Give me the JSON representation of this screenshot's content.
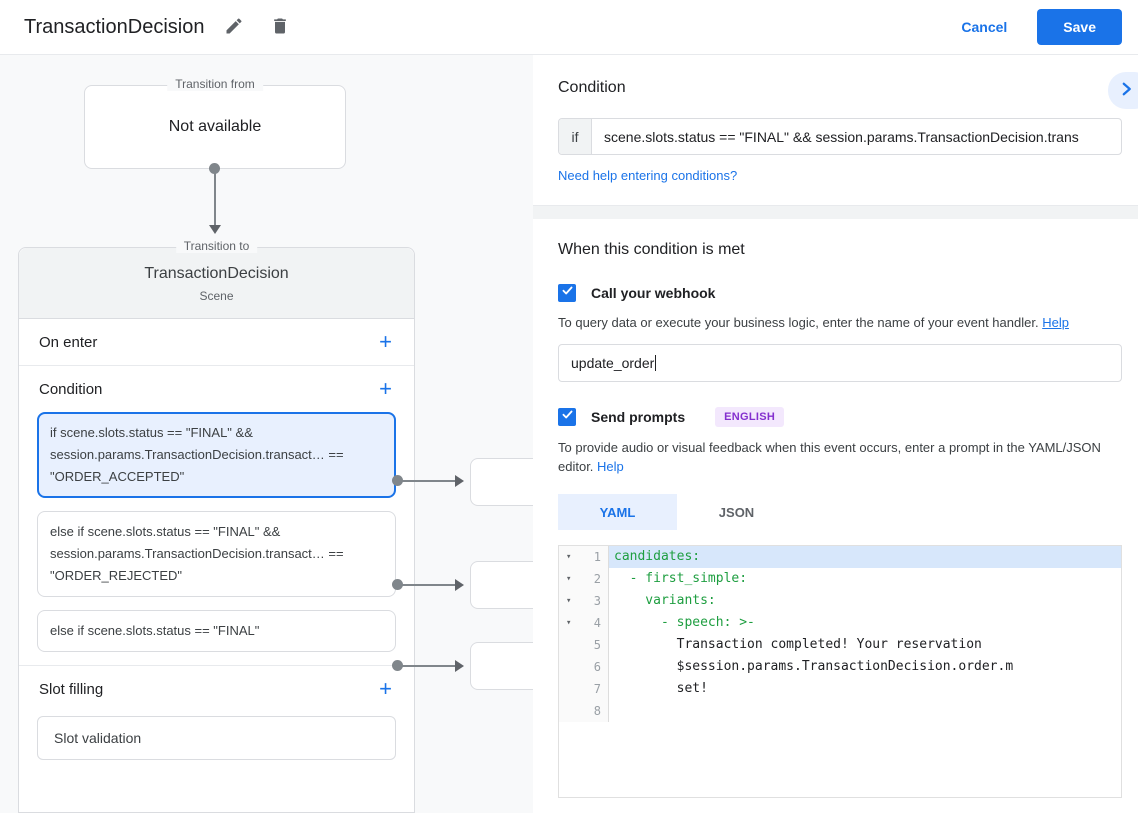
{
  "header": {
    "title": "TransactionDecision",
    "cancel_label": "Cancel",
    "save_label": "Save"
  },
  "canvas": {
    "transition_from": {
      "label": "Transition from",
      "content": "Not available"
    },
    "transition_to": {
      "label": "Transition to",
      "title": "TransactionDecision",
      "subtitle": "Scene"
    },
    "on_enter_label": "On enter",
    "condition_label": "Condition",
    "slot_filling_label": "Slot filling",
    "slot_validation_label": "Slot validation",
    "plus": "+",
    "conditions": [
      {
        "text": "if scene.slots.status == \"FINAL\" && session.params.TransactionDecision.transact… == \"ORDER_ACCEPTED\""
      },
      {
        "text": "else if scene.slots.status == \"FINAL\" && session.params.TransactionDecision.transact… == \"ORDER_REJECTED\""
      },
      {
        "text": "else if scene.slots.status == \"FINAL\""
      }
    ]
  },
  "panel": {
    "condition": {
      "heading": "Condition",
      "if_label": "if",
      "expression": "scene.slots.status == \"FINAL\" && session.params.TransactionDecision.trans",
      "help_link": "Need help entering conditions?"
    },
    "when_met": {
      "heading": "When this condition is met",
      "webhook_label": "Call your webhook",
      "webhook_helper": "To query data or execute your business logic, enter the name of your event handler.",
      "webhook_help_link": "Help",
      "webhook_value": "update_order",
      "prompts_label": "Send prompts",
      "prompts_badge": "ENGLISH",
      "prompts_helper": "To provide audio or visual feedback when this event occurs, enter a prompt in the YAML/JSON editor.",
      "prompts_help_link": "Help",
      "tab_yaml": "YAML",
      "tab_json": "JSON"
    },
    "editor": {
      "fold_glyph": "▾",
      "lines": [
        {
          "num": "1",
          "fold": "▾",
          "text": "candidates:"
        },
        {
          "num": "2",
          "fold": "▾",
          "text": "  - first_simple:"
        },
        {
          "num": "3",
          "fold": "▾",
          "text": "    variants:"
        },
        {
          "num": "4",
          "fold": "▾",
          "text": "      - speech: >-"
        },
        {
          "num": "5",
          "fold": "",
          "text": "        Transaction completed! Your reservation"
        },
        {
          "num": "6",
          "fold": "",
          "text": "        $session.params.TransactionDecision.order.m"
        },
        {
          "num": "7",
          "fold": "",
          "text": "        set!"
        },
        {
          "num": "8",
          "fold": "",
          "text": ""
        }
      ]
    }
  },
  "colors": {
    "accent_blue": "#1a73e8",
    "light_blue_bg": "#e8f0fe",
    "selected_line": "#d7e7fb",
    "yaml_key_green": "#1e9e40",
    "badge_purple": "#8430ce",
    "badge_bg": "#f3e8fd",
    "canvas_bg": "#f8f9fa",
    "border_gray": "#dadce0"
  }
}
